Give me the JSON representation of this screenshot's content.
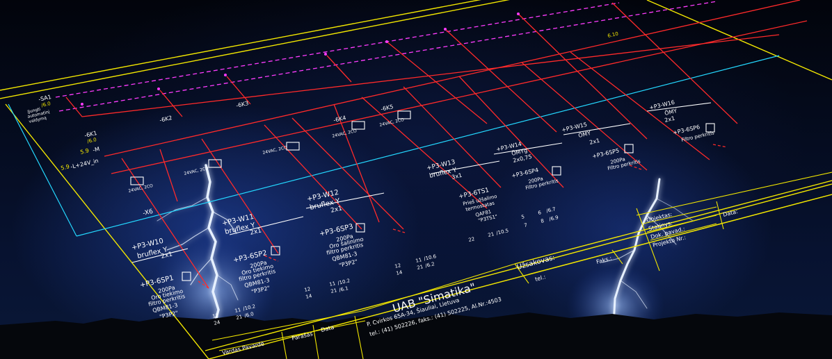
{
  "title_block": {
    "company": "UAB \"Simatika\"",
    "address": "P. Cvirkos 65A-34, Šiauliai, Lietuva",
    "contacts": "tel.: (41) 502226, faks.: (41) 502225, Al.Nr.:4503",
    "col_parasas": "Parašas",
    "col_data": "Data",
    "col_name": "Vardas Pavardė",
    "customer_label": "Užsakovas:",
    "tel_label": "tel.:",
    "faks_label": "Faks.:",
    "date_label": "Data:",
    "project_rows": [
      "Objektas:",
      "Statinys:",
      "Dok. pavad.:",
      "Projekto Nr.:"
    ]
  },
  "components": {
    "sa1": [
      "-SA1",
      "/6.0",
      "Įjungti",
      "automatinį",
      "valdymą"
    ],
    "k1": [
      "-6K1",
      "/6.0",
      "24VAC, 2CO"
    ],
    "k2": [
      "-6K2",
      "24VAC, 2CO"
    ],
    "k3": [
      "-6K3",
      "24VAC, 2CO"
    ],
    "k4": [
      "-6K4",
      "24VAC, 2CO"
    ],
    "k5": [
      "-6K5",
      "24VAC, 2CO"
    ],
    "x6": "-X6",
    "w10": [
      "+P3-W10",
      "bruflex Y",
      "2x1"
    ],
    "w11": [
      "+P3-W11",
      "bruflex Y",
      "2x1"
    ],
    "w12": [
      "+P3-W12",
      "bruflex Y",
      "2x1"
    ],
    "w13": [
      "+P3-W13",
      "bruflex Y",
      "3x1"
    ],
    "w14": [
      "+P3-W14",
      "ÖMYg",
      "2x0,75"
    ],
    "w15": [
      "+P3-W15",
      "ÖMY",
      "2x1"
    ],
    "w16": [
      "+P3-W16",
      "ÖMY",
      "2x1"
    ],
    "sp1": [
      "+P3-6SP1",
      "200Pa",
      "Oro tiekimo",
      "filtro perkritis",
      "QBM81-3",
      "\"P3P2\""
    ],
    "sp2": [
      "+P3-6SP2",
      "200Pa",
      "Oro tiekimo",
      "filtro perkritis",
      "QBM81-3",
      "\"P3P2\""
    ],
    "sp3": [
      "+P3-6SP3",
      "200Pa",
      "Oro šalinimo",
      "filtro perkritis",
      "QBM81-3",
      "\"P3P2\""
    ],
    "ts1": [
      "+P3-6TS1",
      "Prieš užšalimo",
      "termostatas",
      "QAF81",
      "\"P3TS1\""
    ],
    "sp4": [
      "+P3-6SP4",
      "200Pa",
      "Filtro perkritis"
    ],
    "sp5": [
      "+P3-6SP5",
      "200Pa",
      "Filtro perkritis"
    ],
    "sp6": [
      "+P3-6SP6",
      "Filtro perkritis"
    ]
  },
  "lines": {
    "plus24": "-L+24V_in",
    "minus": "-M",
    "ref_59": "5.9",
    "ref_610": "6.10"
  },
  "contact_refs": {
    "a": [
      "12",
      "11",
      "/10.2",
      "14",
      "21",
      "/6.1"
    ],
    "b": [
      "12",
      "11",
      "/10.6",
      "14",
      "21",
      "/6.2"
    ],
    "c": [
      "12",
      "11",
      "/10.2",
      "24",
      "21",
      "/6.0"
    ],
    "d": [
      "5",
      "6",
      "/6.7",
      "7",
      "8",
      "/6.9"
    ],
    "e": [
      "22",
      "21",
      "/10.5"
    ]
  },
  "colors": {
    "frame": "#f2e600",
    "circuit": "#ff2a2a",
    "signal": "#ff3cff",
    "rail": "#24d8ff",
    "text": "#ffffff",
    "lightning": "#d8e8ff"
  },
  "decor": {
    "lightning_bolts": [
      "lightning-icon",
      "lightning-icon"
    ]
  }
}
